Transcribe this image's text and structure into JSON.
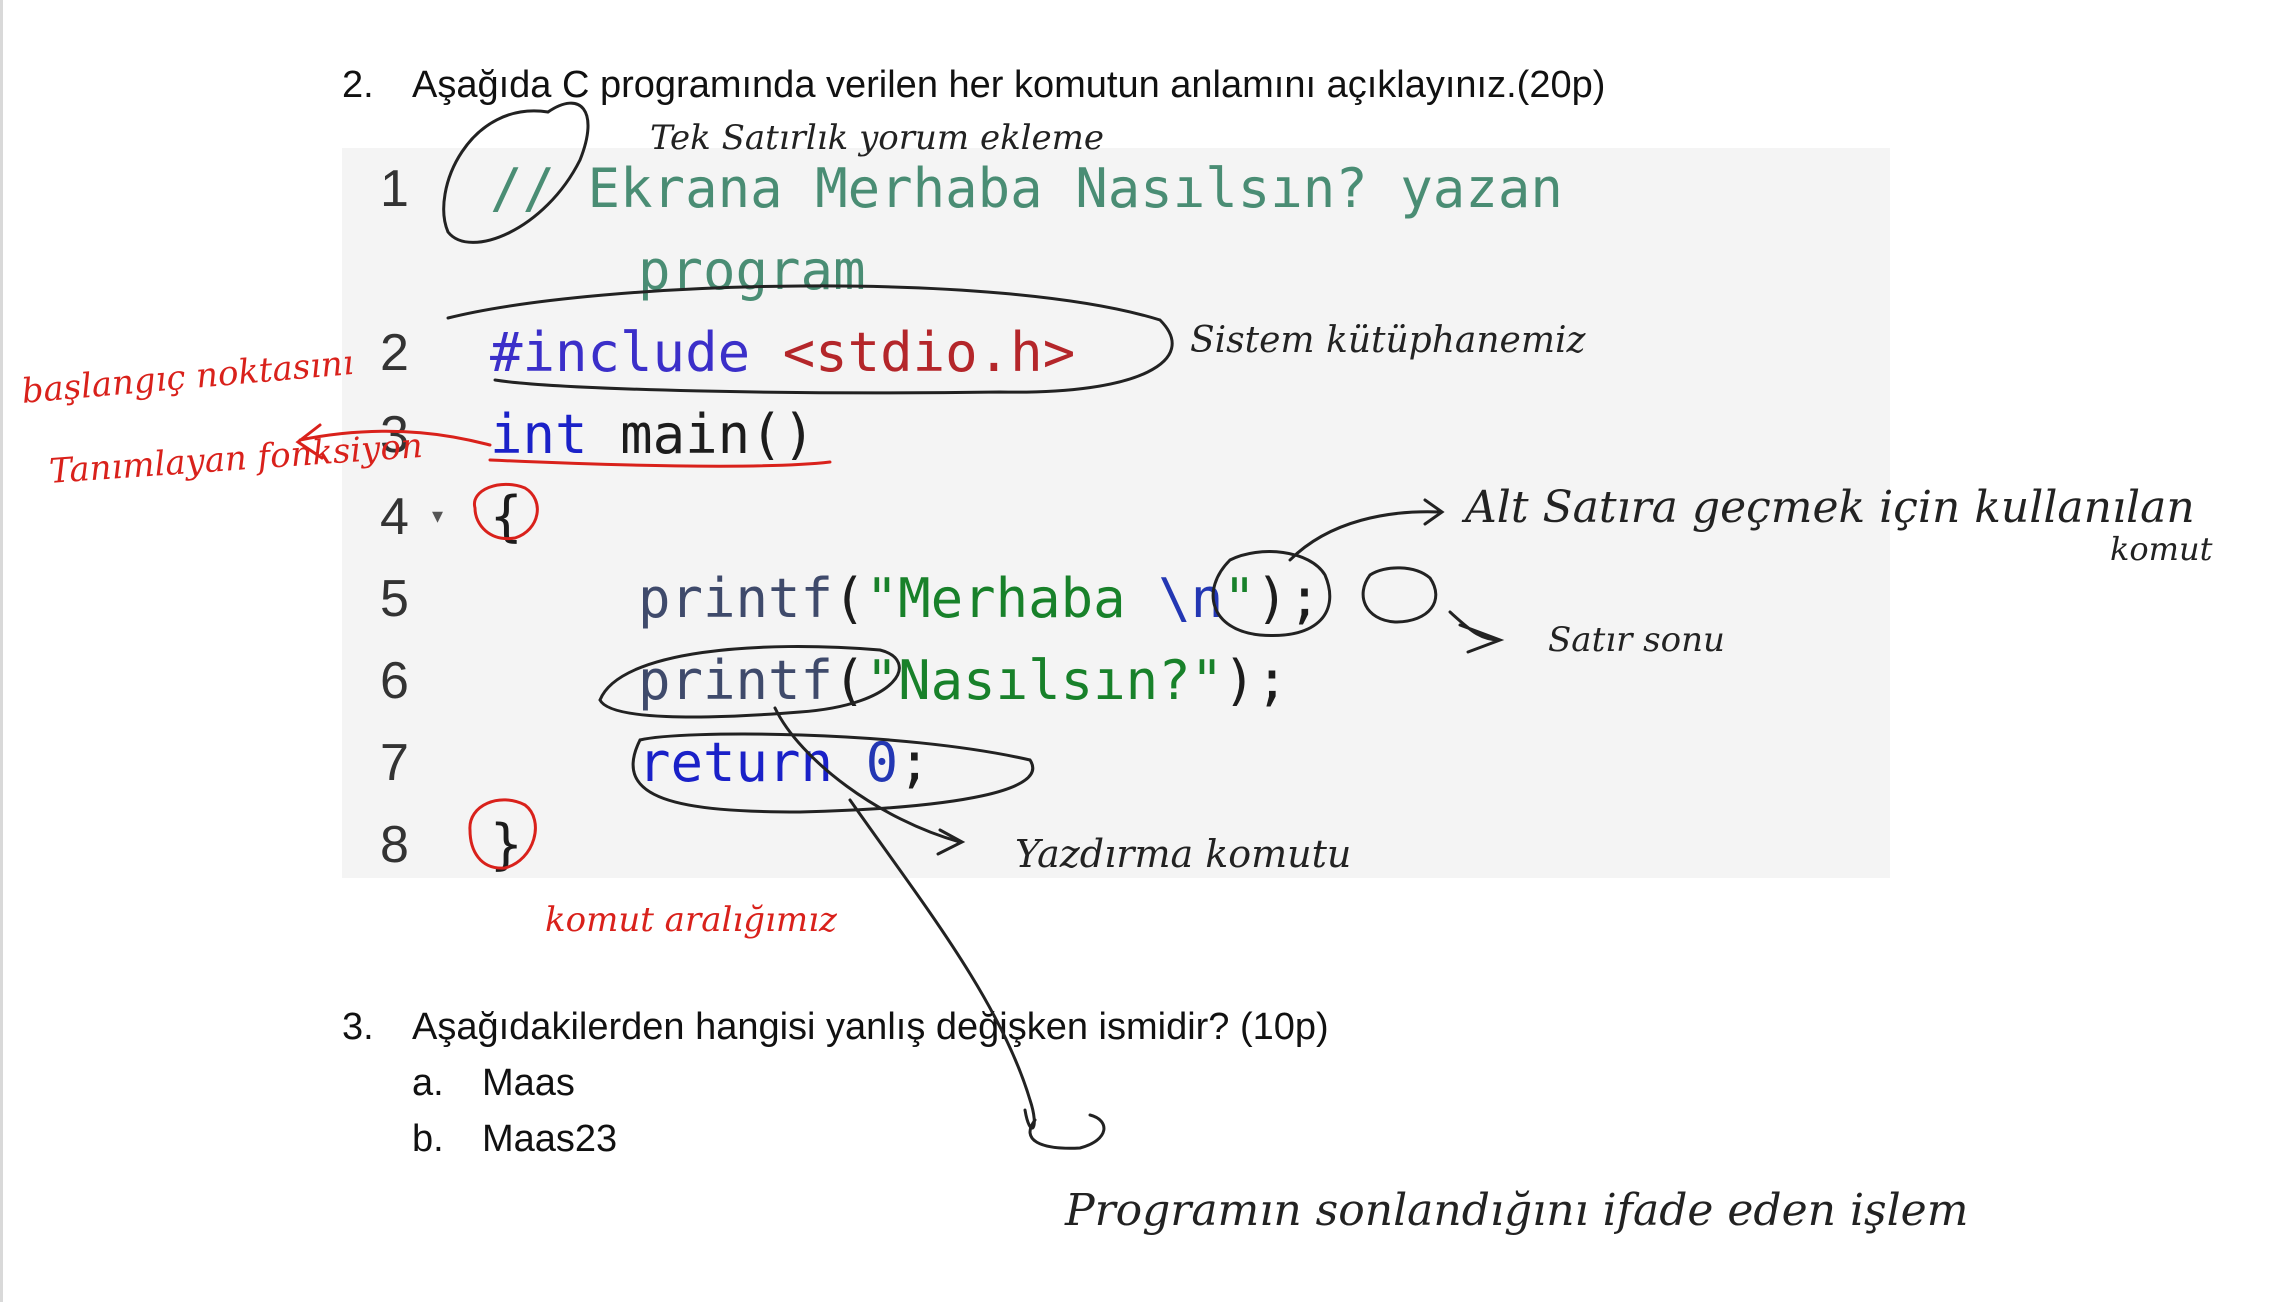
{
  "question2": {
    "number": "2.",
    "text": "Aşağıda C programında verilen her komutun anlamını açıklayınız.(20p)"
  },
  "code": {
    "lines": [
      {
        "number": "1",
        "comment": "// Ekrana Merhaba Nasılsın? yazan",
        "comment_cont": "program"
      },
      {
        "number": "2",
        "directive": "#include",
        "header": "<stdio.h>"
      },
      {
        "number": "3",
        "type": "int",
        "name": "main()"
      },
      {
        "number": "4",
        "fold": "▾",
        "brace": "{"
      },
      {
        "number": "5",
        "fn": "printf",
        "open": "(",
        "str": "\"Merhaba ",
        "esc": "\\n",
        "str_end": "\"",
        "close": ");"
      },
      {
        "number": "6",
        "fn": "printf",
        "open": "(",
        "str": "\"Nasılsın?\"",
        "close": ");"
      },
      {
        "number": "7",
        "kw": "return",
        "val": "0",
        "semi": ";"
      },
      {
        "number": "8",
        "brace": "}"
      }
    ]
  },
  "question3": {
    "number": "3.",
    "text": "Aşağıdakilerden hangisi yanlış değişken ismidir? (10p)",
    "options": [
      {
        "letter": "a.",
        "text": "Maas"
      },
      {
        "letter": "b.",
        "text": "Maas23"
      }
    ]
  },
  "handwritten": {
    "single_line_comment": "Tek Satırlık yorum ekleme",
    "system_library": "Sistem kütüphanemiz",
    "start_point": "başlangıç noktasını",
    "defined_function": "Tanımlayan fonksiyon",
    "newline_cmd": "Alt Satıra geçmek için kullanılan",
    "newline_cmd_2": "komut",
    "line_end": "Satır sonu",
    "print_cmd": "Yazdırma komutu",
    "command_range": "komut aralığımız",
    "program_end": "Programın sonlandığını ifade eden işlem"
  },
  "ink_colors": {
    "black": "#222222",
    "red": "#d9211b"
  }
}
